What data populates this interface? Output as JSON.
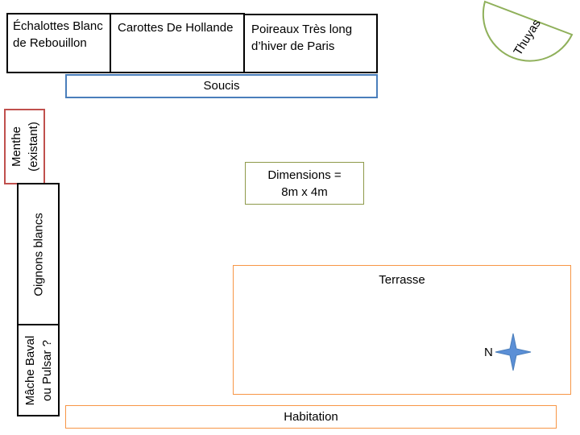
{
  "beds": {
    "echalottes": "Échalottes Blanc de Rebouillon",
    "carottes": "Carottes De Hollande",
    "poireaux": "Poireaux Très long d’hiver de Paris",
    "soucis": "Soucis",
    "menthe_line1": "Menthe",
    "menthe_line2": "(existant)",
    "oignons": "Oignons blancs",
    "mache_line1": "Mâche Baval",
    "mache_line2": "ou Pulsar ?",
    "thuyas": "Thuyas"
  },
  "dimensions_line1": "Dimensions =",
  "dimensions_line2": "8m x 4m",
  "terrasse": "Terrasse",
  "habitation": "Habitation",
  "compass_label": "N",
  "colors": {
    "soucis": "#4a7ebb",
    "menthe": "#c0504d",
    "dimensions": "#8e9a4a",
    "terrasse": "#f79646",
    "thuyas": "#8fb05a",
    "compass": "#5b8fd6"
  }
}
